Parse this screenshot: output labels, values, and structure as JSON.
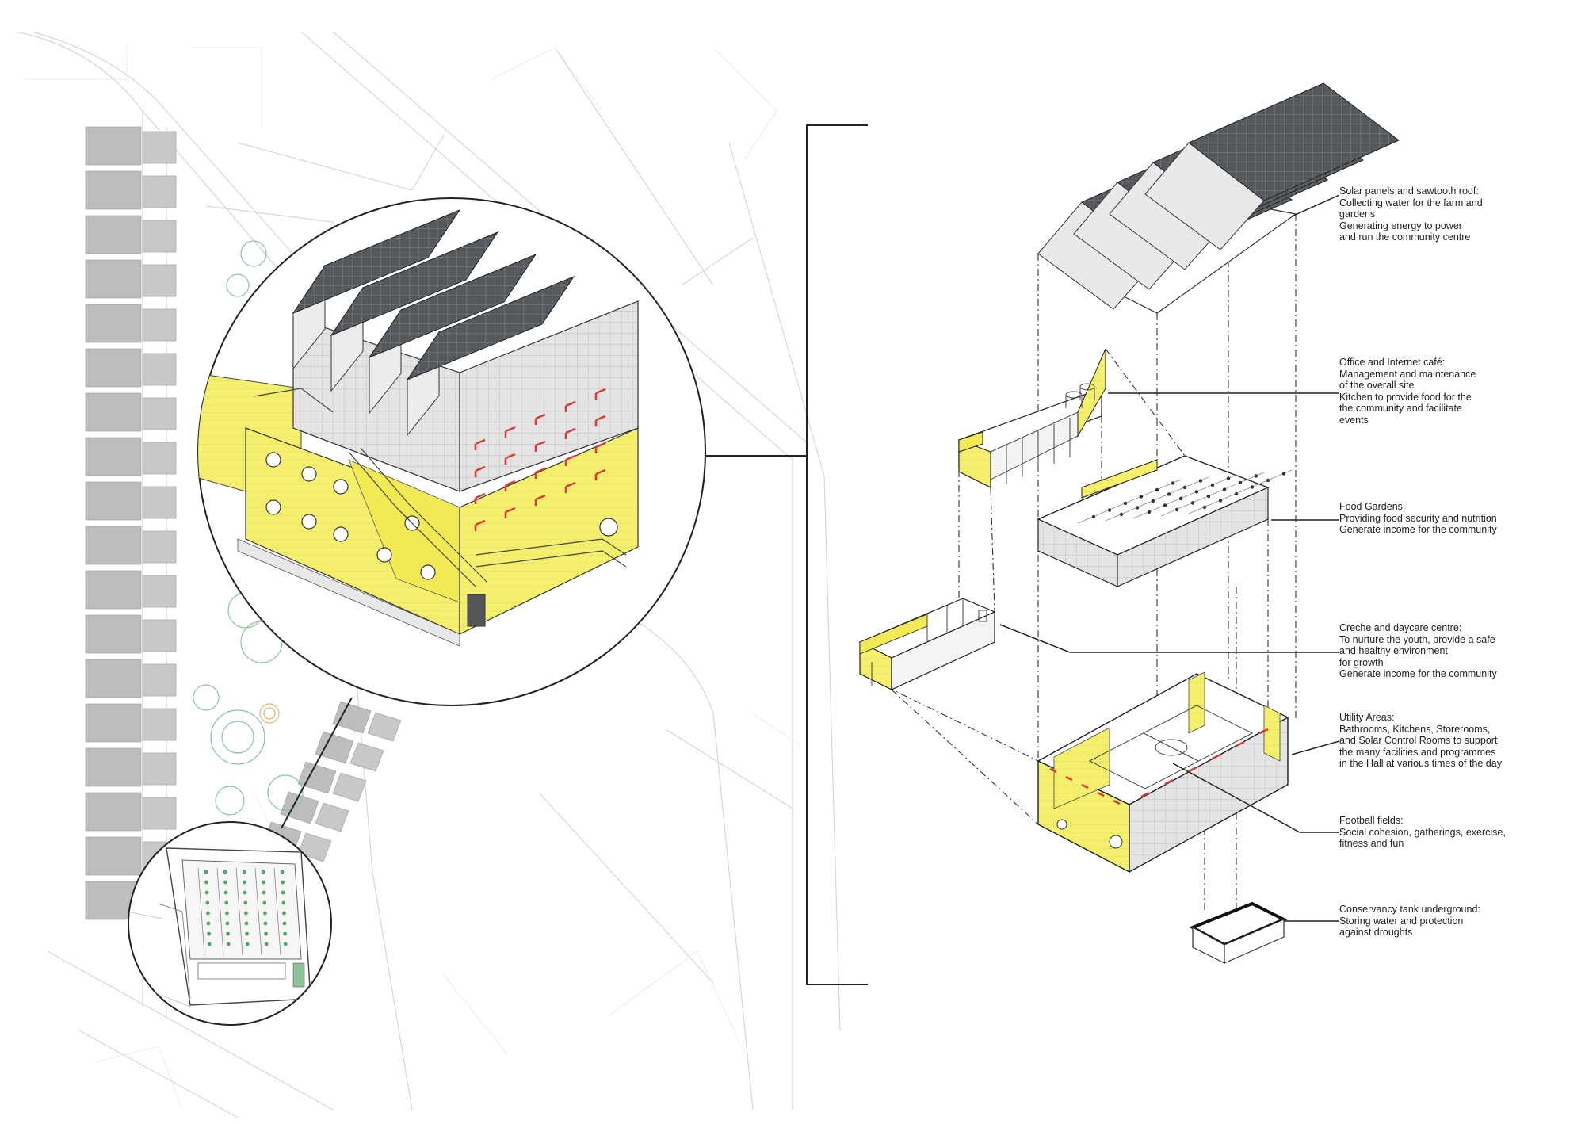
{
  "colors": {
    "accent_yellow": "#f4ef6c",
    "solar_panel": "#55595d",
    "line": "#222222",
    "ghost_map": "#d6d6d6",
    "block_grey": "#bdbdbd",
    "red_accent": "#d63b3b",
    "green_planting": "#79b77f"
  },
  "annotations": [
    {
      "lines": [
        "Solar panels and sawtooth roof:",
        "Collecting water for the farm and",
        "gardens",
        "Generating energy to power",
        "and run the community centre"
      ]
    },
    {
      "lines": [
        "Office and Internet café:",
        "Management and maintenance",
        "of the overall site",
        "Kitchen to provide food for the",
        "the community and facilitate",
        "events"
      ]
    },
    {
      "lines": [
        "Food Gardens:",
        "Providing food security and nutrition",
        "Generate income for the community"
      ]
    },
    {
      "lines": [
        "Creche and daycare centre:",
        "To nurture the youth, provide a safe",
        "and healthy environment",
        "for growth",
        "Generate income for the community"
      ]
    },
    {
      "lines": [
        "Utility Areas:",
        "Bathrooms, Kitchens, Storerooms,",
        "and Solar Control Rooms to support",
        "the many facilities and programmes",
        "in the Hall at various times of the day"
      ]
    },
    {
      "lines": [
        "Football fields:",
        "Social cohesion, gatherings, exercise,",
        "fitness and fun"
      ]
    },
    {
      "lines": [
        "Conservancy tank underground:",
        "Storing water and protection",
        "against droughts"
      ]
    }
  ]
}
